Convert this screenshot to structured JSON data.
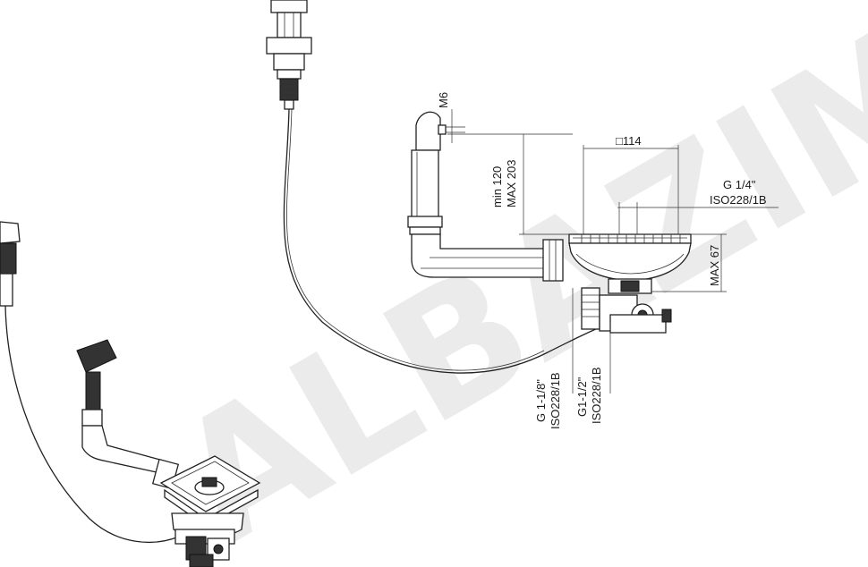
{
  "watermark": "ALBAZIMM",
  "dimensions": {
    "bolt": "M6",
    "square_size": "□114",
    "height_min": "min 120",
    "height_max": "MAX 203",
    "depth_max": "MAX 67",
    "overflow_thread": "G 1/4\"",
    "overflow_standard": "ISO228/1B",
    "outlet_thread_1": "G 1-1/8\"",
    "outlet_standard_1": "ISO228/1B",
    "outlet_thread_2": "G1-1/2\"",
    "outlet_standard_2": "ISO228/1B"
  }
}
